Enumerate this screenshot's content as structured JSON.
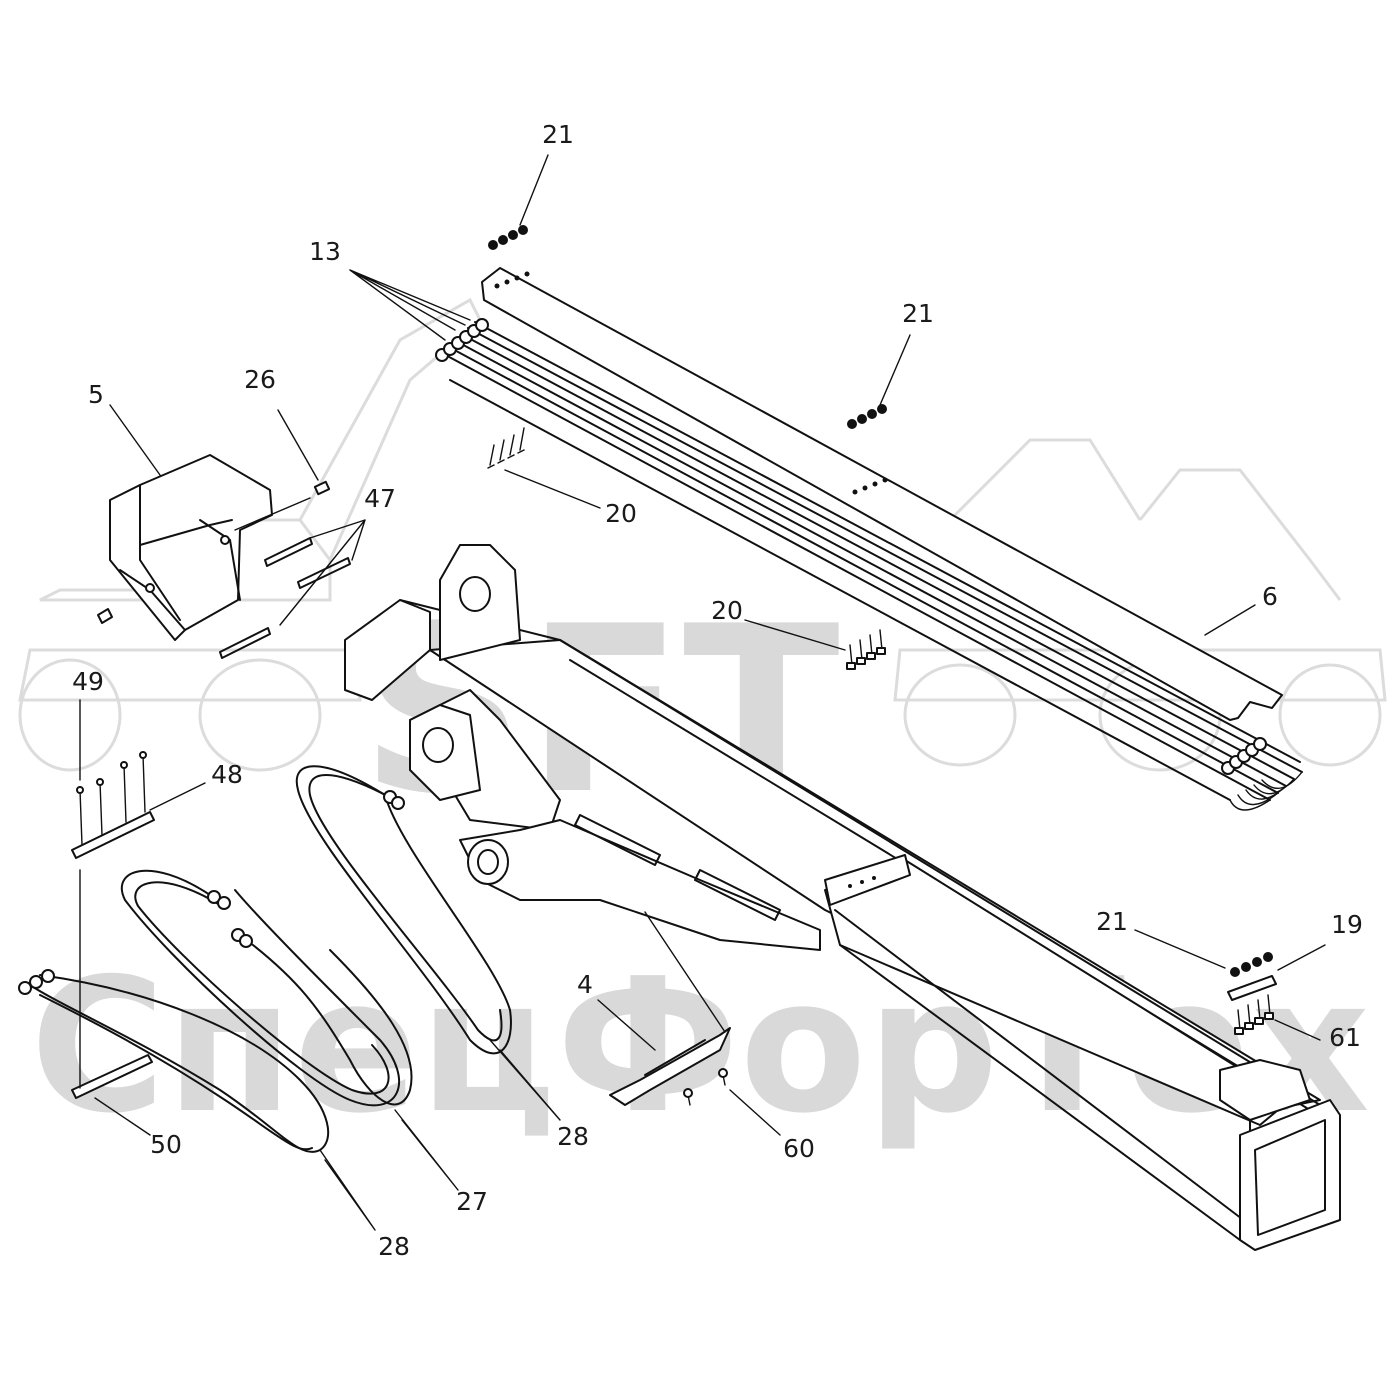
{
  "watermark": {
    "brand_top": "SFT",
    "brand_bottom": "СпецФорТех",
    "color": "#d9d9d9"
  },
  "callouts": [
    {
      "id": "c21a",
      "label": "21"
    },
    {
      "id": "c13",
      "label": "13"
    },
    {
      "id": "c21b",
      "label": "21"
    },
    {
      "id": "c5",
      "label": "5"
    },
    {
      "id": "c26",
      "label": "26"
    },
    {
      "id": "c47",
      "label": "47"
    },
    {
      "id": "c20a",
      "label": "20"
    },
    {
      "id": "c6",
      "label": "6"
    },
    {
      "id": "c20b",
      "label": "20"
    },
    {
      "id": "c49",
      "label": "49"
    },
    {
      "id": "c48",
      "label": "48"
    },
    {
      "id": "c21c",
      "label": "21"
    },
    {
      "id": "c19",
      "label": "19"
    },
    {
      "id": "c4",
      "label": "4"
    },
    {
      "id": "c61",
      "label": "61"
    },
    {
      "id": "c28a",
      "label": "28"
    },
    {
      "id": "c60",
      "label": "60"
    },
    {
      "id": "c50",
      "label": "50"
    },
    {
      "id": "c27",
      "label": "27"
    },
    {
      "id": "c28b",
      "label": "28"
    }
  ],
  "line_color": "#111111"
}
